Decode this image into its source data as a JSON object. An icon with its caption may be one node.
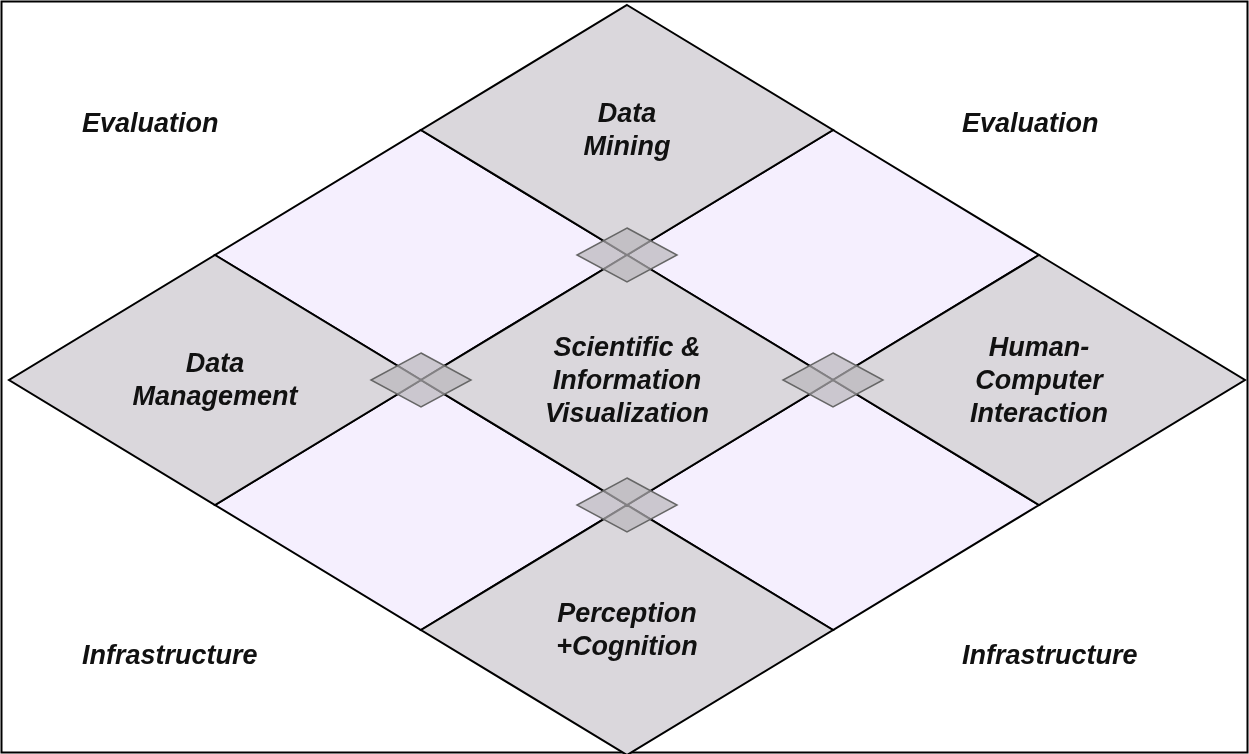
{
  "diagram": {
    "nodes": [
      {
        "text": [
          "Data Mining"
        ]
      },
      {
        "text": [],
        "shape": "diamond"
      },
      {
        "text": [],
        "shape": "diamond"
      },
      {
        "text": [],
        "shape": "diamond"
      },
      {
        "text": [
          "Data Management"
        ]
      },
      {
        "text": [
          "Scientific & Information Visualization"
        ]
      },
      {
        "text": [
          "Human-Computer Interaction"
        ]
      },
      {
        "text": [],
        "shape": "diamond"
      },
      {
        "text": [],
        "shape": "diamond"
      },
      {
        "text": [],
        "shape": "diamond"
      },
      {
        "text": [],
        "shape": "diamond"
      },
      {
        "text": [],
        "shape": "diamond"
      },
      {
        "text": [
          "Perception +Cognition"
        ]
      }
    ],
    "edges": [],
    "labels": [
      "Evaluation",
      "Evaluation",
      "Infrastructure",
      "Infrastructure"
    ]
  }
}
